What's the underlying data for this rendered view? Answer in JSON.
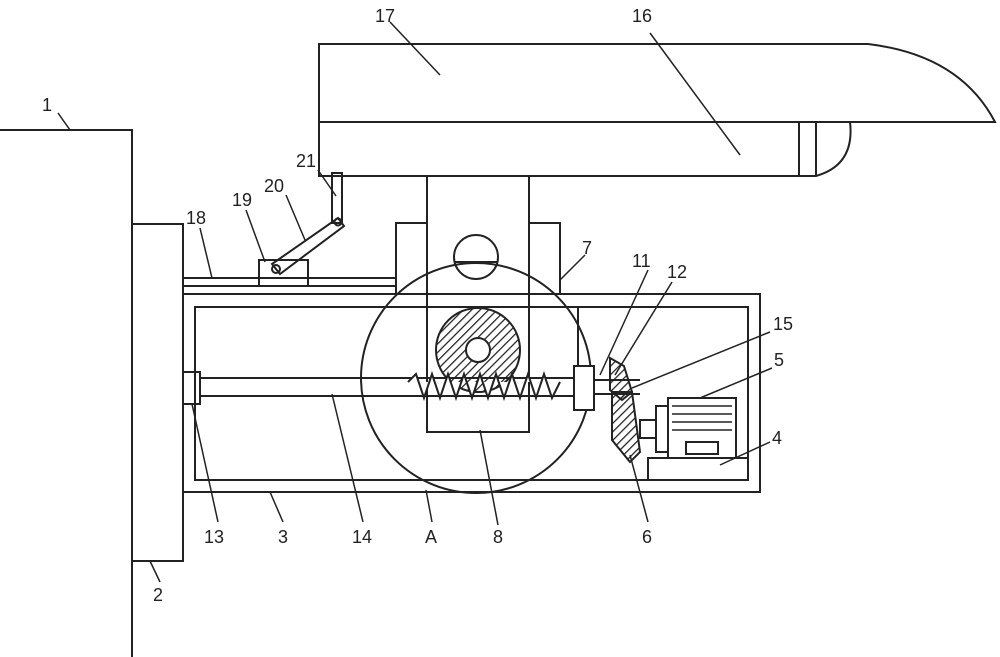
{
  "labels": {
    "l1": "1",
    "l2": "2",
    "l3": "3",
    "l4": "4",
    "l5": "5",
    "l6": "6",
    "l7": "7",
    "l8": "8",
    "l11": "11",
    "l12": "12",
    "l13": "13",
    "l14": "14",
    "l15": "15",
    "l16": "16",
    "l17": "17",
    "l18": "18",
    "l19": "19",
    "l20": "20",
    "l21": "21",
    "lA": "A"
  },
  "colors": {
    "line": "#222222",
    "background": "#ffffff"
  }
}
